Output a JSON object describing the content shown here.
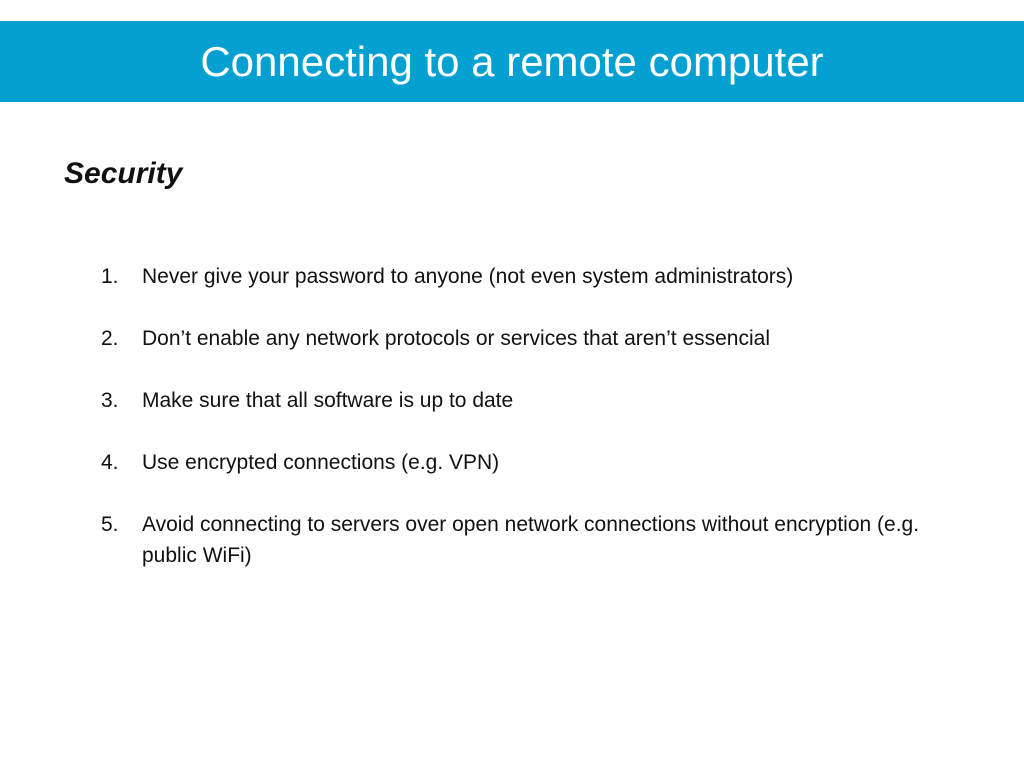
{
  "slide": {
    "title": "Connecting to a remote computer",
    "section_heading": "Security",
    "items": [
      {
        "number": "1.",
        "text": "Never give your password to anyone (not even system administrators)"
      },
      {
        "number": "2.",
        "text": "Don’t enable any network protocols or services that aren’t essencial"
      },
      {
        "number": "3.",
        "text": "Make sure that all software is up to date"
      },
      {
        "number": "4.",
        "text": "Use encrypted connections (e.g. VPN)"
      },
      {
        "number": "5.",
        "text": "Avoid connecting to servers over open network connections without encryption (e.g. public WiFi)"
      }
    ]
  },
  "colors": {
    "title_bar": "#05a0d2",
    "title_text": "#ffffff",
    "body_text": "#111111",
    "background": "#ffffff"
  }
}
